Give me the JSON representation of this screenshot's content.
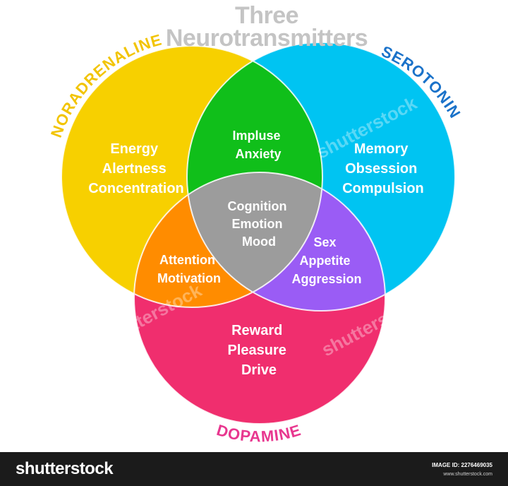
{
  "title": {
    "line1": "Three",
    "line2": "Neurotransmitters"
  },
  "circles": {
    "noradrenaline": {
      "label": "NORADRENALINE",
      "color": "#f7d000",
      "label_color": "#f2c400"
    },
    "serotonin": {
      "label": "SEROTONIN",
      "color": "#00c4f2",
      "label_color": "#1a72c9"
    },
    "dopamine": {
      "label": "DOPAMINE",
      "color": "#f02e6e",
      "label_color": "#e8378f"
    }
  },
  "regions": {
    "noradrenaline_only": [
      "Energy",
      "Alertness",
      "Concentration"
    ],
    "serotonin_only": [
      "Memory",
      "Obsession",
      "Compulsion"
    ],
    "dopamine_only": [
      "Reward",
      "Pleasure",
      "Drive"
    ],
    "noradrenaline_serotonin": [
      "Impluse",
      "Anxiety"
    ],
    "noradrenaline_dopamine": [
      "Attention",
      "Motivation"
    ],
    "serotonin_dopamine": [
      "Sex",
      "Appetite",
      "Aggression"
    ],
    "all_three": [
      "Cognition",
      "Emotion",
      "Mood"
    ]
  },
  "overlap_colors": {
    "noradrenaline_serotonin": "#10bf1a",
    "noradrenaline_dopamine": "#ff8c00",
    "serotonin_dopamine": "#9a5cf5",
    "all_three": "#9c9c9c"
  },
  "watermark": "shutterstock",
  "footer": {
    "brand": "shutterstock",
    "image_id": "IMAGE ID: 2276469035",
    "site": "www.shutterstock.com"
  }
}
